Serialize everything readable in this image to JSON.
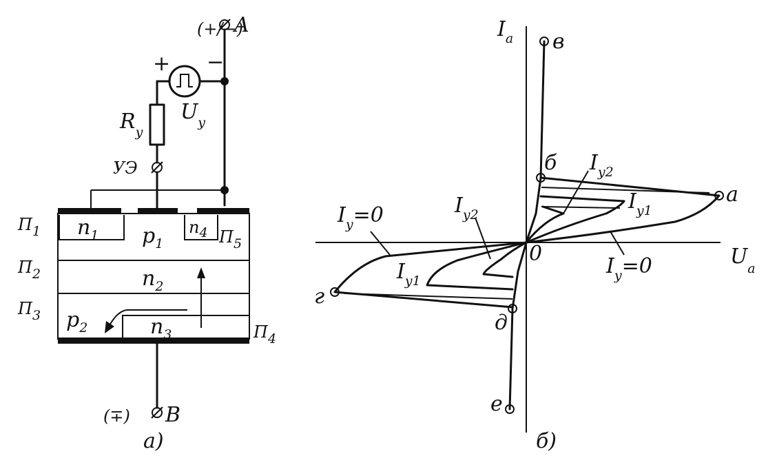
{
  "figure_a": {
    "caption": "а)",
    "terminal_a": "A",
    "terminal_b": "B",
    "polarity_a": "(+/−)",
    "polarity_b": "(∓)",
    "source_plus": "+",
    "source_minus": "−",
    "pulse_symbol": "⎍",
    "source_label": "U",
    "source_label_sub": "y",
    "resistor_label": "R",
    "resistor_label_sub": "y",
    "control_electrode": "УЭ",
    "junctions": {
      "j1": "П",
      "j1_sub": "1",
      "j2": "П",
      "j2_sub": "2",
      "j3": "П",
      "j3_sub": "3",
      "j4": "П",
      "j4_sub": "4",
      "j5": "П",
      "j5_sub": "5"
    },
    "regions": {
      "n1": "n",
      "n1_sub": "1",
      "p1": "p",
      "p1_sub": "1",
      "n4": "n",
      "n4_sub": "4",
      "n2": "n",
      "n2_sub": "2",
      "p2": "p",
      "p2_sub": "2",
      "n3": "n",
      "n3_sub": "3"
    }
  },
  "figure_b": {
    "caption": "б)",
    "y_axis_label": "I",
    "y_axis_sub": "a",
    "x_axis_label": "U",
    "x_axis_sub": "a",
    "origin": "0",
    "points": {
      "a": "а",
      "b": "б",
      "v": "в",
      "g": "г",
      "d": "д",
      "e": "е"
    },
    "curve_labels": {
      "iy0_left": "I",
      "iy0_left_sub": "y",
      "iy0_left_eq": "=0",
      "iy0_right": "I",
      "iy0_right_sub": "y",
      "iy0_right_eq": "=0",
      "iy1_right": "I",
      "iy1_right_sub": "y1",
      "iy2_right": "I",
      "iy2_right_sub": "y2",
      "iy1_left": "I",
      "iy1_left_sub": "y1",
      "iy2_left": "I",
      "iy2_left_sub": "y2"
    }
  }
}
